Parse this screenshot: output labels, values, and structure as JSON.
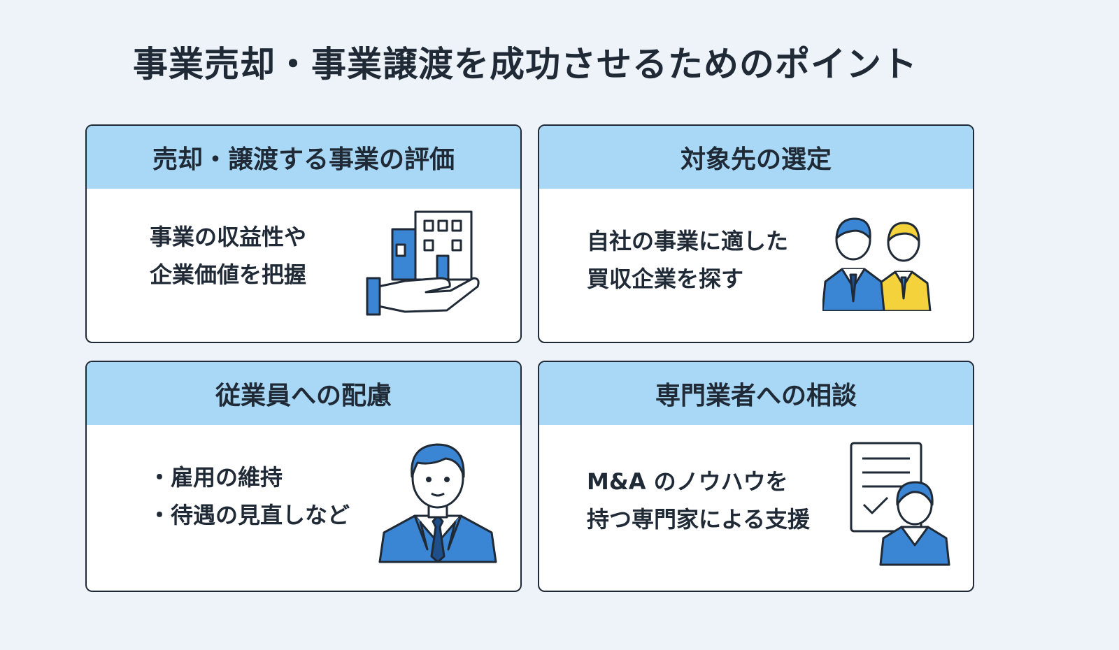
{
  "title": "事業売却・事業譲渡を成功させるためのポイント",
  "cards": [
    {
      "heading": "売却・譲渡する事業の評価",
      "lines": [
        "事業の収益性や",
        "企業価値を把握"
      ],
      "icon": "hand-holding-building-icon"
    },
    {
      "heading": "対象先の選定",
      "lines": [
        "自社の事業に適した",
        "買収企業を探す"
      ],
      "icon": "two-businesspeople-icon"
    },
    {
      "heading": "従業員への配慮",
      "bullets": [
        "雇用の維持",
        "待遇の見直しなど"
      ],
      "icon": "businessman-icon"
    },
    {
      "heading": "専門業者への相談",
      "lines": [
        "M&A のノウハウを",
        "持つ専門家による支援"
      ],
      "icon": "consultant-with-document-icon"
    }
  ],
  "colors": {
    "background": "#eef3f9",
    "header": "#a8d8f5",
    "accent_blue": "#3b86d4",
    "accent_yellow": "#f3d23c",
    "outline": "#1f2a36"
  }
}
